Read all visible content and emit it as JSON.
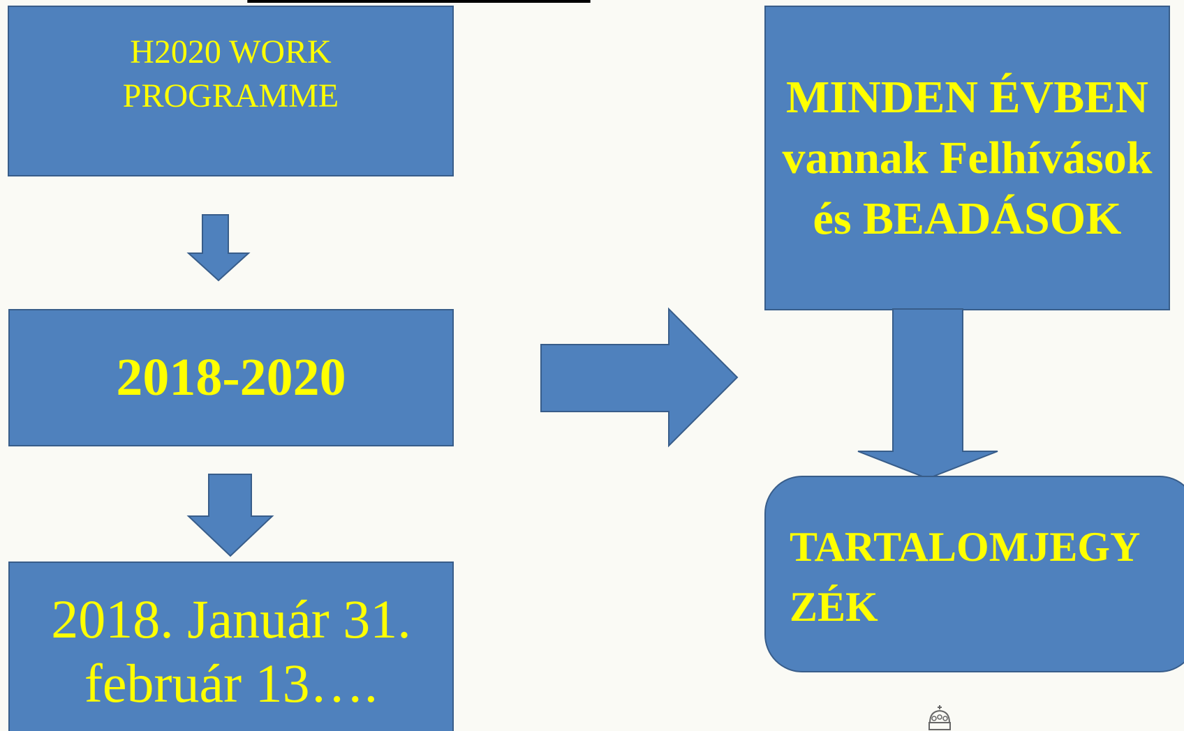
{
  "header": {
    "title_fragment": "RENDSZERESEN"
  },
  "left_column": {
    "box1": "H2020 WORK PROGRAMME",
    "box2": "2018-2020",
    "box3": "2018. Január 31. február 13…."
  },
  "right_column": {
    "box1": "MINDEN ÉVBEN vannak Felhívások és BEADÁSOK",
    "box2": "TARTALOMJEGYZÉK"
  },
  "colors": {
    "box_fill": "#4F81BD",
    "box_border": "#385D8A",
    "text_accent": "#FFFF00",
    "background": "#FAFAF5"
  },
  "icons": {
    "logo": "crown-icon"
  }
}
